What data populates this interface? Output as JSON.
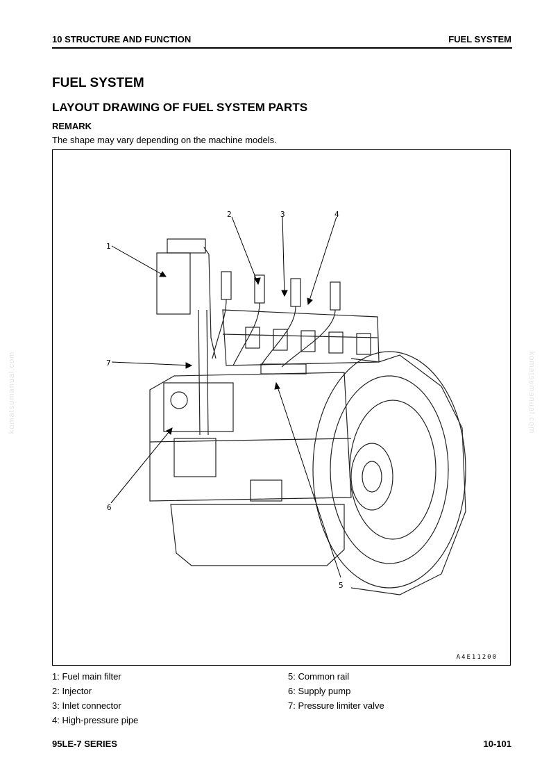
{
  "header": {
    "section": "10 STRUCTURE AND FUNCTION",
    "topic": "FUEL SYSTEM"
  },
  "title": "FUEL SYSTEM",
  "subtitle": "LAYOUT DRAWING OF FUEL SYSTEM PARTS",
  "remark": {
    "label": "REMARK",
    "text": "The shape may vary depending on the machine models."
  },
  "figure": {
    "code": "A4E11200",
    "callouts": [
      "1",
      "2",
      "3",
      "4",
      "5",
      "6",
      "7"
    ]
  },
  "legend": {
    "left": [
      "1: Fuel main filter",
      "2: Injector",
      "3: Inlet connector",
      "4: High-pressure pipe"
    ],
    "right": [
      "5: Common rail",
      "6: Supply pump",
      "7: Pressure limiter valve"
    ]
  },
  "footer": {
    "model": "95LE-7 SERIES",
    "page": "10-101"
  },
  "watermark": "komatsumanual.com"
}
